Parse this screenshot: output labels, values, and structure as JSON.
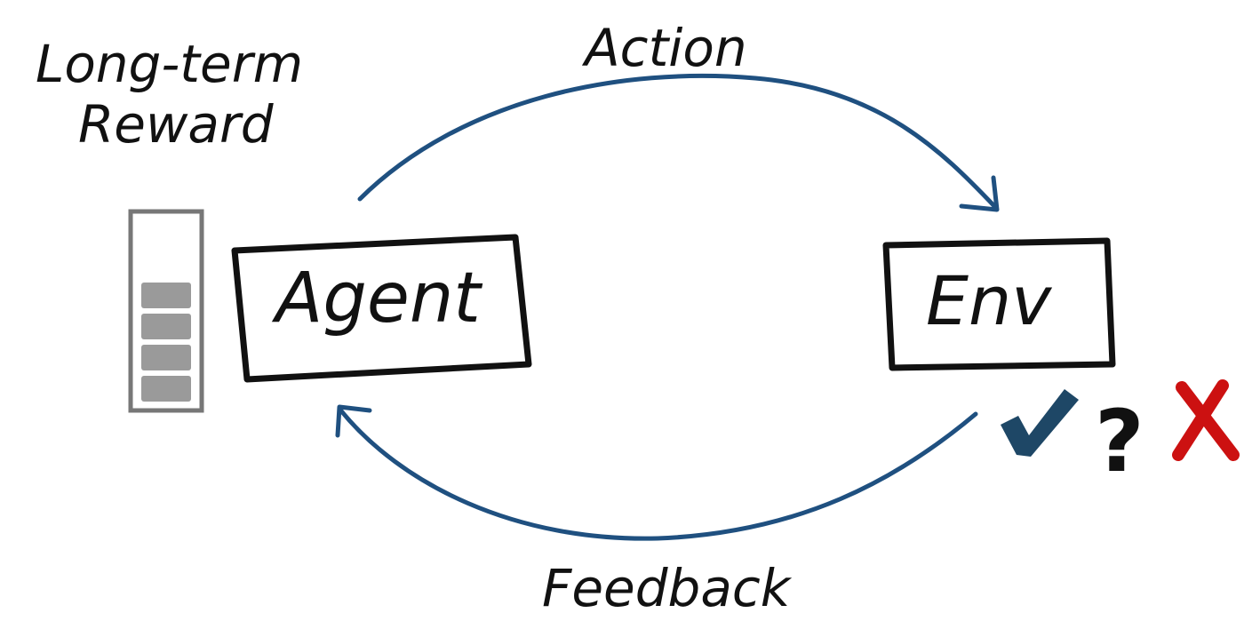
{
  "labels": {
    "reward": [
      "Long-term",
      "Reward"
    ],
    "agent": "Agent",
    "env": "Env",
    "action": "Action",
    "feedback": "Feedback",
    "question": "?"
  },
  "reward_meter": {
    "segments_total": 6,
    "segments_filled": 4,
    "fill_color": "#9a9a9a",
    "frame_color": "#777777"
  },
  "colors": {
    "arrow": "#1f5080",
    "ink": "#111111",
    "check": "#1e4766",
    "cross": "#cc1111"
  },
  "icons": {
    "check": "check-icon",
    "question": "question-mark-icon",
    "cross": "cross-icon"
  }
}
